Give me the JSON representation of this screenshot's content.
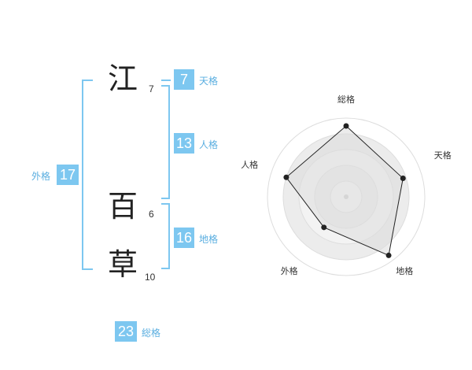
{
  "name_chars": [
    {
      "char": "江",
      "strokes": "7"
    },
    {
      "char": "百",
      "strokes": "6"
    },
    {
      "char": "草",
      "strokes": "10"
    }
  ],
  "kakusu": {
    "tenkaku": {
      "value": "7",
      "label": "天格"
    },
    "jinkaku": {
      "value": "13",
      "label": "人格"
    },
    "chikaku": {
      "value": "16",
      "label": "地格"
    },
    "gaikaku": {
      "value": "17",
      "label": "外格"
    },
    "soukaku": {
      "value": "23",
      "label": "総格"
    }
  },
  "colors": {
    "accent": "#7dc7f0",
    "accent_text": "#5aaee0",
    "radar_fill": "#eeeeee"
  },
  "chart_data": {
    "type": "radar",
    "categories": [
      "総格",
      "天格",
      "地格",
      "外格",
      "人格"
    ],
    "values": [
      4.5,
      3.8,
      4.6,
      2.4,
      4.0
    ],
    "max": 5,
    "rings": 5
  }
}
